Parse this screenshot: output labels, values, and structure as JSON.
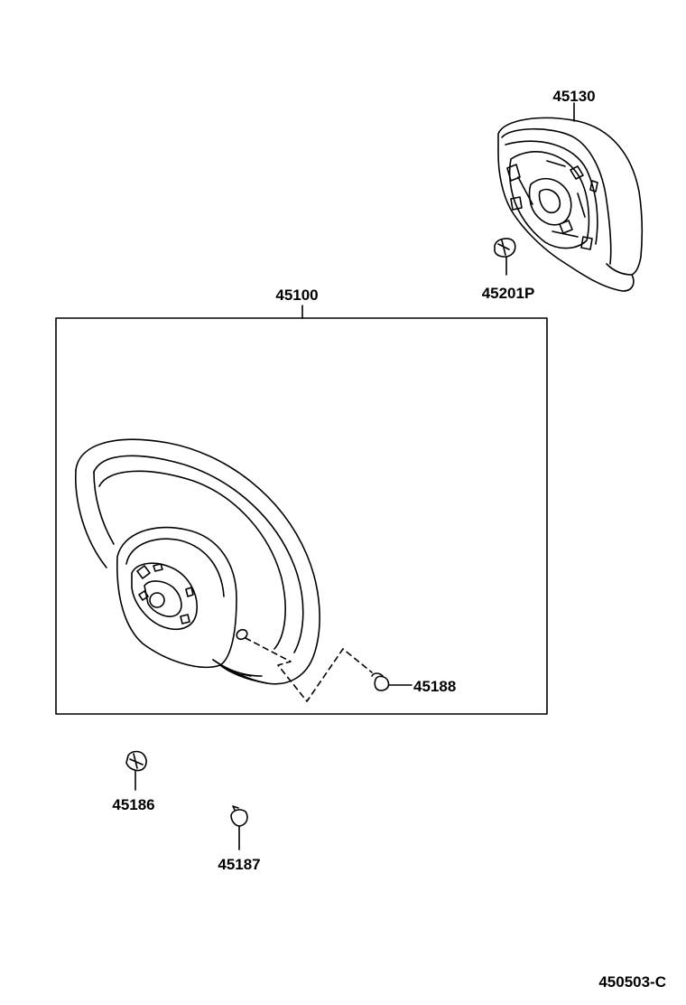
{
  "diagram": {
    "part_numbers": {
      "steering_pad": "45130",
      "screw": "45201P",
      "steering_wheel_assy": "45100",
      "lower_cover_screw": "45188",
      "clip_a": "45186",
      "clip_b": "45187"
    },
    "figure_code": "450503-C"
  }
}
